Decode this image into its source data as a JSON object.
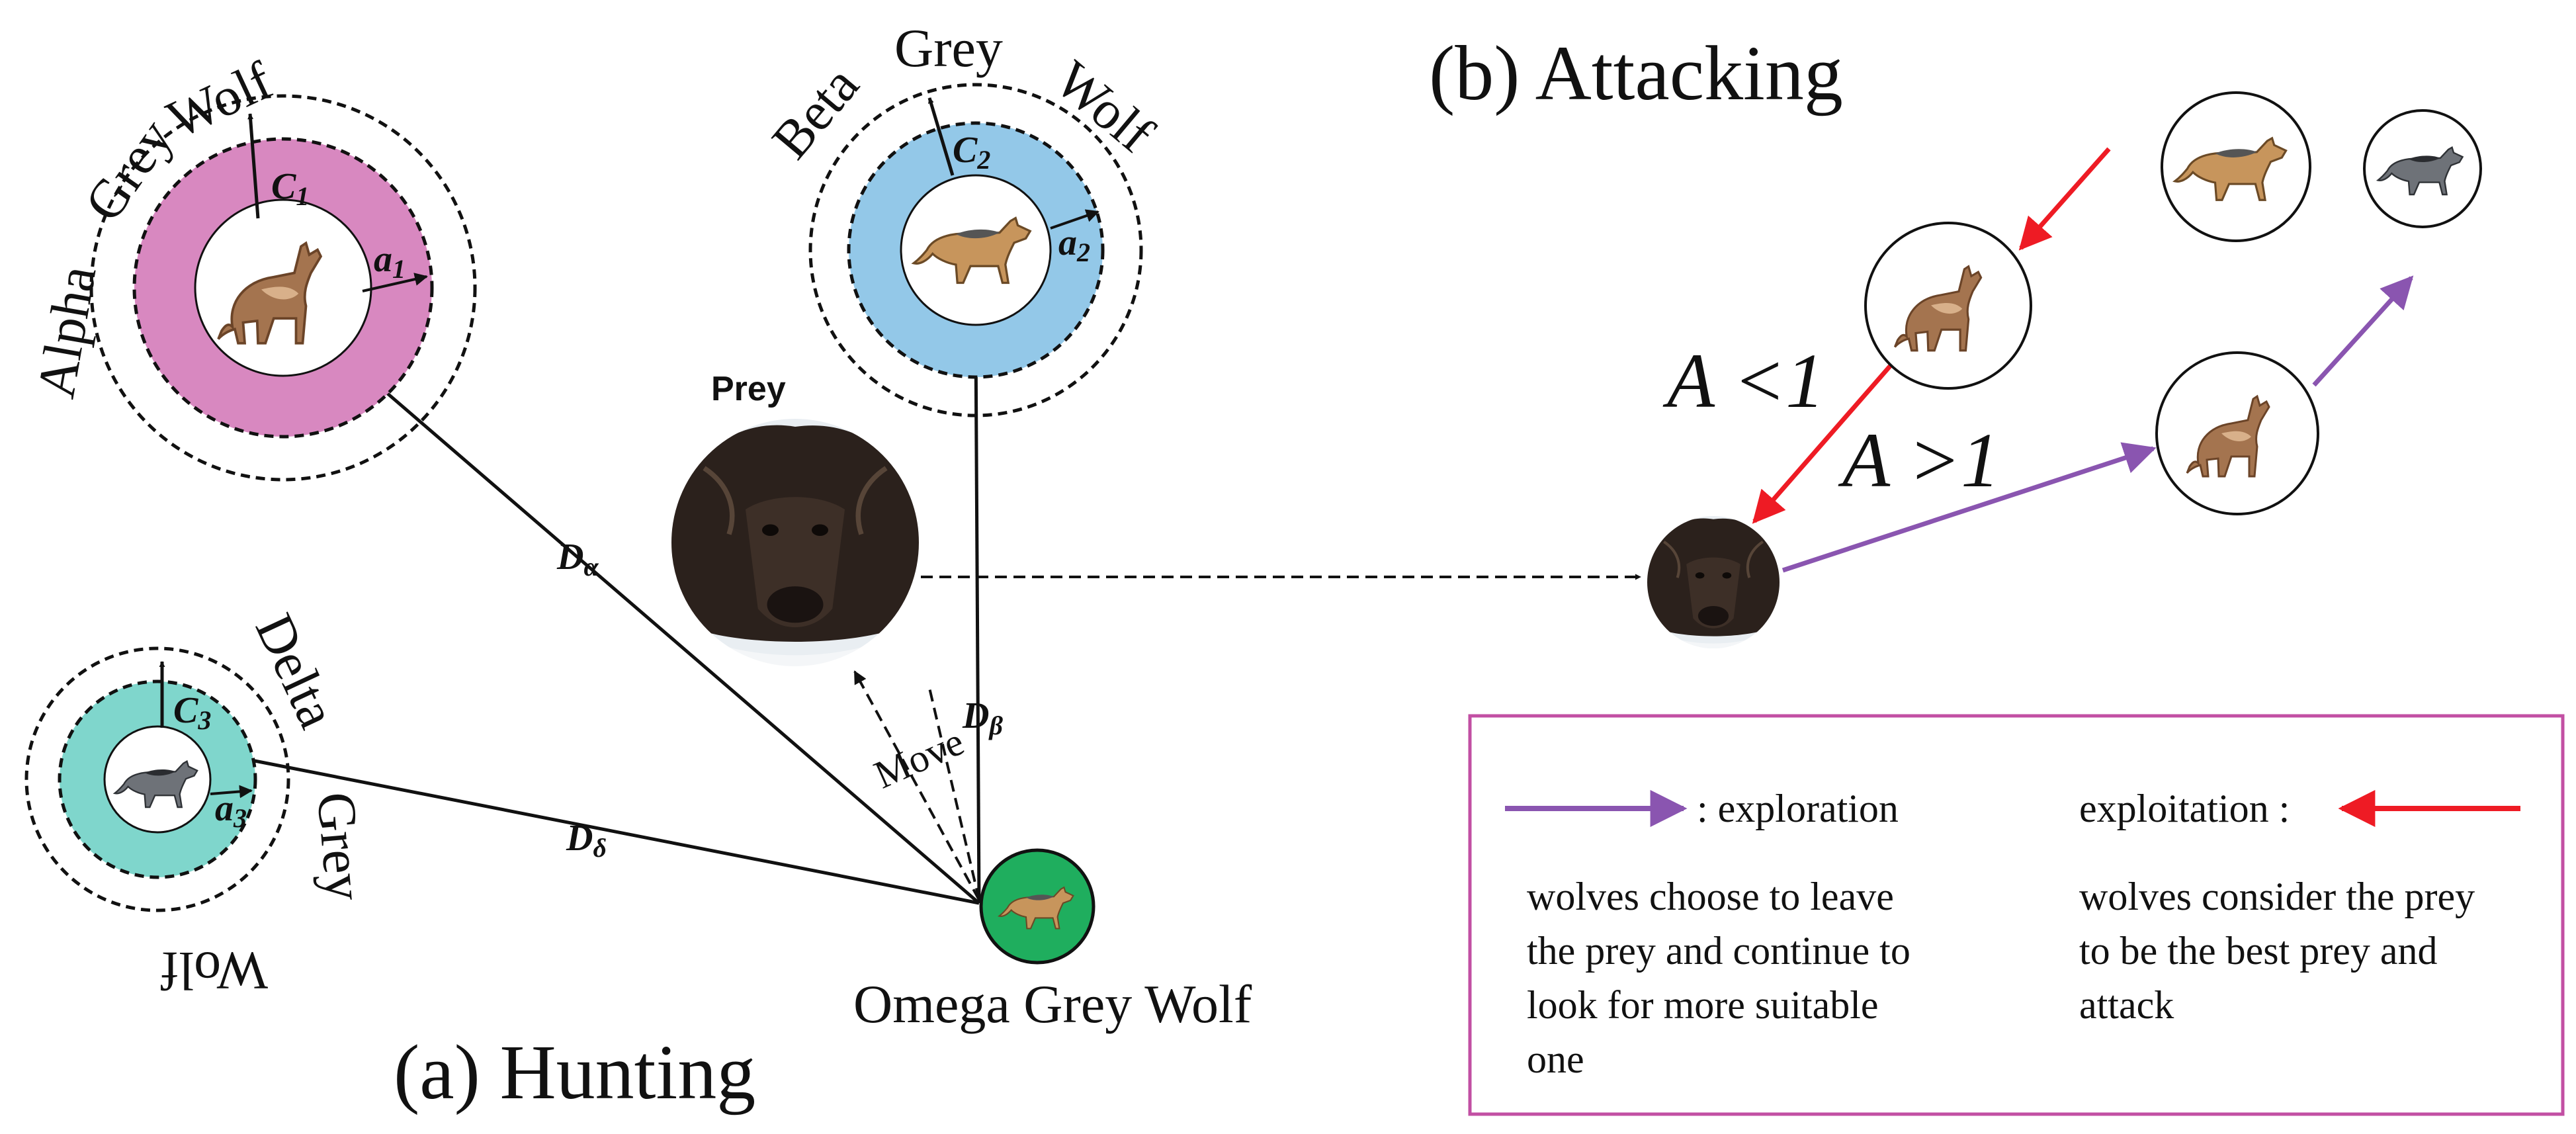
{
  "title_attacking": "(b) Attacking",
  "title_hunting": "(a) Hunting",
  "wolves": {
    "alpha": {
      "word1": "Alpha",
      "word2": "Grey",
      "word3": "Wolf",
      "c_label": "C",
      "c_sub": "1",
      "a_label": "a",
      "a_sub": "1",
      "color": "#d888c0"
    },
    "beta": {
      "word1": "Beta",
      "word2": "Grey",
      "word3": "Wolf",
      "c_label": "C",
      "c_sub": "2",
      "a_label": "a",
      "a_sub": "2",
      "color": "#93c8e8"
    },
    "delta": {
      "word1": "Delta",
      "word2": "Grey",
      "word3": "Wolf",
      "c_label": "C",
      "c_sub": "3",
      "a_label": "a",
      "a_sub": "3",
      "color": "#7fd6cc"
    },
    "omega": {
      "label": "Omega Grey Wolf",
      "color": "#1fae5e"
    }
  },
  "prey_label": "Prey",
  "move_label": "Move",
  "distances": {
    "alpha": {
      "main": "D",
      "sub": "α"
    },
    "beta": {
      "main": "D",
      "sub": "β"
    },
    "delta": {
      "main": "D",
      "sub": "δ"
    }
  },
  "attack": {
    "less": "A <1",
    "greater": "A >1"
  },
  "colors": {
    "exploration": "#8a55b0",
    "exploitation": "#ee1b24",
    "legend_border": "#c24fa3",
    "omega": "#1fae5e"
  },
  "legend": {
    "exploration_label": ": exploration",
    "exploitation_label": "exploitation :",
    "exploration_desc": [
      "wolves choose to leave",
      "the prey and continue to",
      "look for more suitable",
      "one"
    ],
    "exploitation_desc": [
      "wolves consider the prey",
      "to be the best prey and",
      "attack"
    ]
  }
}
